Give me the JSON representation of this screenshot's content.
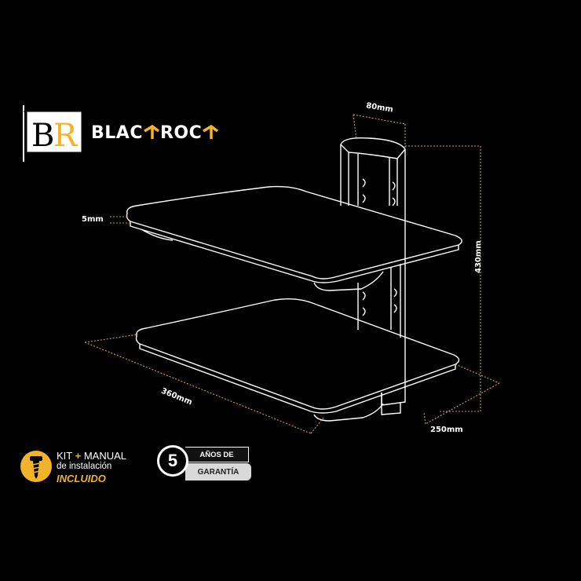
{
  "brand": {
    "monogram": "BR",
    "word_part1": "BLAC",
    "word_part2": "ROC",
    "accent_color": "#f2b32a",
    "arrow_icon": "arrow-up-right-icon"
  },
  "dimensions": {
    "width_top": "80mm",
    "glass_thickness": "5mm",
    "height": "430mm",
    "shelf_width": "360mm",
    "shelf_depth": "250mm"
  },
  "kit_badge": {
    "icon": "screw-icon",
    "line1_a": "KIT",
    "line1_plus": "+",
    "line1_b": "MANUAL",
    "line2": "de instalación",
    "line3": "INCLUIDO"
  },
  "warranty_badge": {
    "years": "5",
    "top_text": "AÑOS DE",
    "bottom_text": "GARANTÍA"
  },
  "colors": {
    "background": "#000000",
    "line": "#ffffff",
    "dimension_line": "#c9a24a"
  }
}
